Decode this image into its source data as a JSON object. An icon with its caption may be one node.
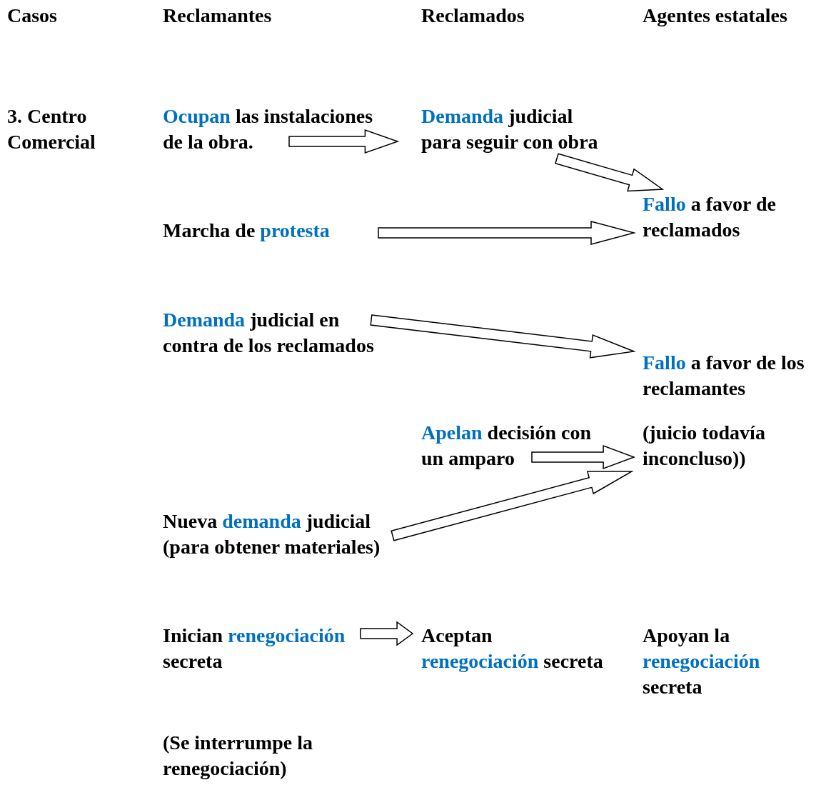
{
  "diagram": {
    "nodes": [
      {
        "text": [
          "*Ocupan* las instalaciones de la obra."
        ]
      },
      {
        "text": [
          "*Demanda* judicial para seguir con obra"
        ]
      },
      {
        "text": [
          "*Fallo* a favor de reclamados"
        ]
      },
      {
        "text": [
          "Marcha de *protesta*"
        ]
      },
      {
        "text": [
          "*Demanda* judicial en contra de los reclamados"
        ]
      },
      {
        "text": [
          "*Fallo* a favor de los reclamantes"
        ]
      },
      {
        "text": [
          "(juicio todavía inconcluso))"
        ]
      },
      {
        "text": [
          "*Apelan* decisión con un amparo"
        ]
      },
      {
        "text": [
          "Nueva *demanda* judicial (para obtener materiales)"
        ]
      },
      {
        "text": [
          "Inician *renegociación* secreta"
        ]
      },
      {
        "text": [
          "Aceptan *renegociación* secreta"
        ]
      },
      {
        "text": [
          "Apoyan la *renegociación* secreta"
        ]
      },
      {
        "text": [
          "(Se interrumpe la renegociación)"
        ]
      }
    ],
    "edges": [
      {
        "from": 0,
        "to": 1,
        "arrow": "to"
      },
      {
        "from": 1,
        "to": 2,
        "arrow": "to"
      },
      {
        "from": 3,
        "to": 2,
        "arrow": "to"
      },
      {
        "from": 4,
        "to": 5,
        "arrow": "to"
      },
      {
        "from": 7,
        "to": 6,
        "arrow": "to"
      },
      {
        "from": 8,
        "to": 6,
        "arrow": "to"
      },
      {
        "from": 9,
        "to": 10,
        "arrow": "to"
      }
    ],
    "labels": [
      "Casos",
      "Reclamantes",
      "Reclamados",
      "Agentes estatales",
      "3. Centro Comercial"
    ]
  }
}
